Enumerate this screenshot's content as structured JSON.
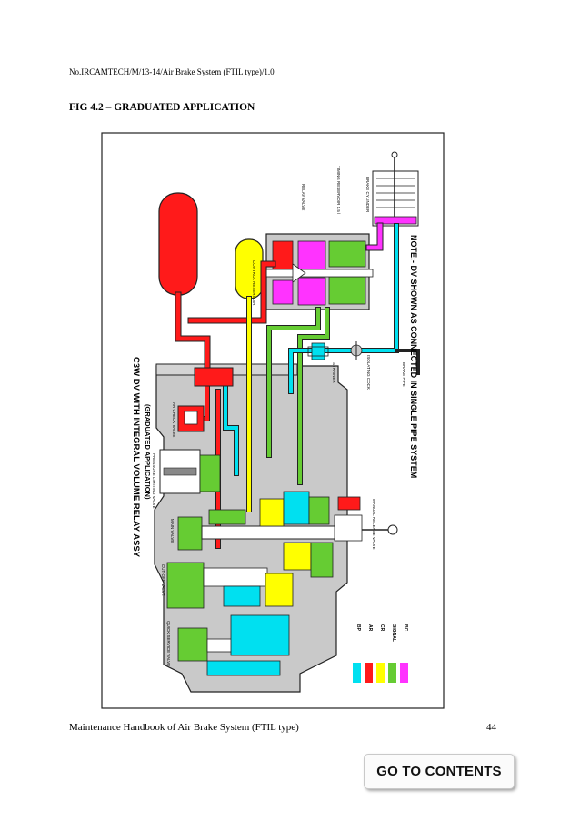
{
  "header": {
    "doc_ref": "No.IRCAMTECH/M/13-14/Air Brake System (FTIL type)/1.0",
    "figure_title": "FIG 4.2 – GRADUATED APPLICATION"
  },
  "diagram": {
    "main_title": "C3W DV WITH INTEGRAL VOLUME RELAY ASSY",
    "sub_title": "(GRADUATED APPLICATION)",
    "note": "NOTE:- DV SHOWN AS CONNECTED IN SINGLE PIPE SYSTEM",
    "labels": {
      "relay_valve": "RELAY VALVE",
      "timing_reservoir": "TIMING RESERVOIR 1.5 l",
      "brake_cylinder": "BRAKE CYLINDER",
      "control_reservoir": "CONTROL RESERVOIR",
      "strainer": "STRAINER",
      "isolating_cock": "ISOLATING COCK",
      "brake_pipe": "BRAKE PIPE",
      "ar_check_valve": "AR CHECK VALVE",
      "pressure_limiting_valve": "PRESSURE LIMITING VALVE",
      "main_valve": "MAIN VALVE",
      "cut_off_valve": "CUT-OFF VALVE",
      "quick_service_valve": "QUICK SERVICE VALVE",
      "manual_release_valve": "MANUAL RELEASE VALVE"
    },
    "legend": [
      {
        "code": "BP",
        "color": "#00e0f0"
      },
      {
        "code": "AR",
        "color": "#ff1a1a"
      },
      {
        "code": "CR",
        "color": "#ffff00"
      },
      {
        "code": "SIGNAL",
        "color": "#66cc33"
      },
      {
        "code": "BC",
        "color": "#ff33ff"
      }
    ]
  },
  "colors": {
    "bp": "#00e0f0",
    "ar": "#ff1a1a",
    "cr": "#ffff00",
    "signal": "#66cc33",
    "bc": "#ff33ff",
    "body": "#c9c9c9"
  },
  "footer": {
    "text": "Maintenance Handbook of Air Brake System (FTIL type)",
    "page_number": "44"
  },
  "navigation": {
    "goto_label": "GO TO CONTENTS"
  }
}
